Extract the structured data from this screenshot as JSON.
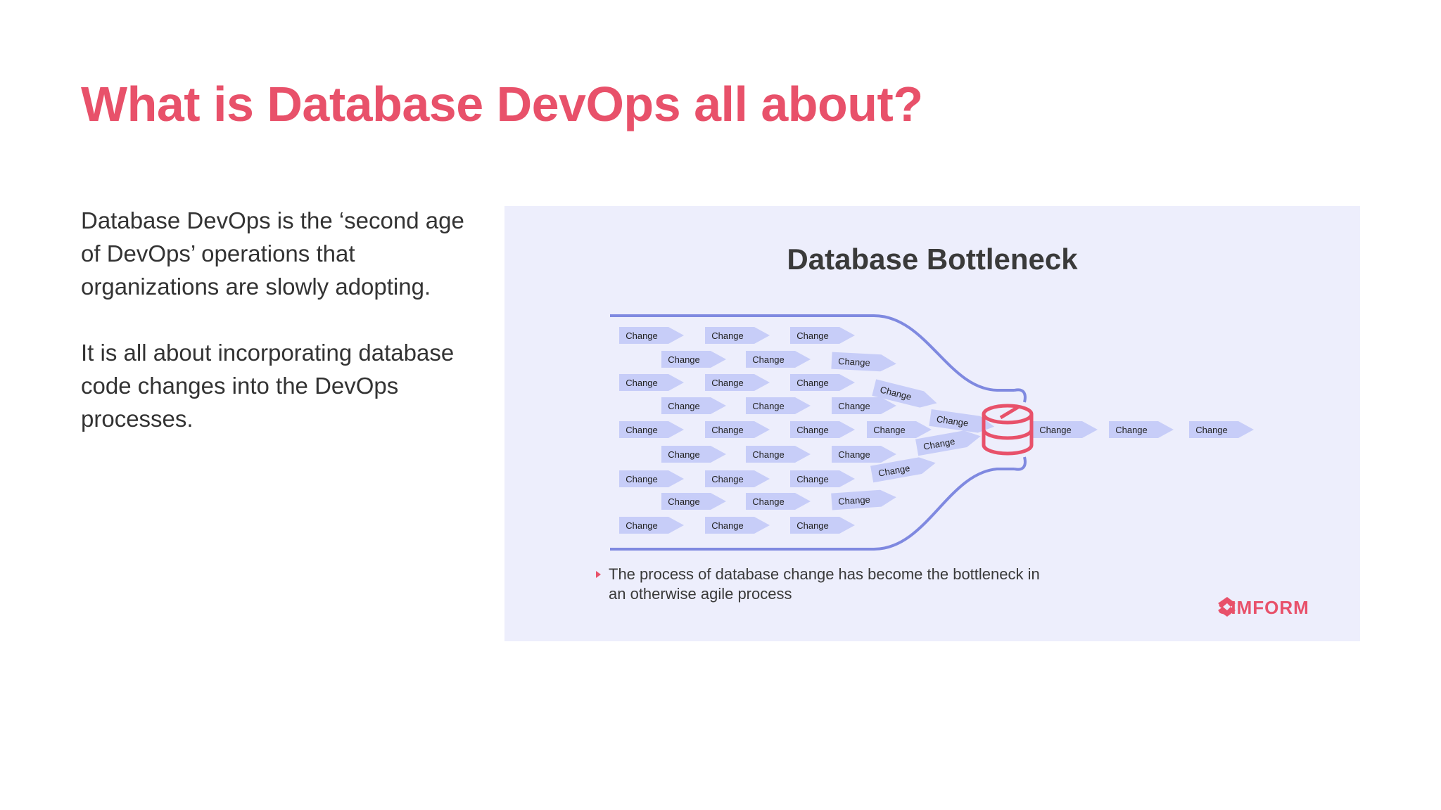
{
  "title": "What is Database DevOps all about?",
  "body": {
    "paragraph_1": "Database DevOps is the ‘second age of DevOps’ operations that organizations are slowly adopting.",
    "paragraph_2": "It is all about incorporating database code changes into the DevOps processes."
  },
  "diagram": {
    "title": "Database Bottleneck",
    "arrow_label": "Change",
    "caption": "The process of database change has become the bottleneck in an otherwise agile process",
    "brand": "SIMFORM",
    "colors": {
      "accent": "#e8516a",
      "panel_background": "#edeefc",
      "funnel_line": "#7f89e0",
      "arrow_fill": "#c7cdf8",
      "database_icon": "#e8516a"
    },
    "icons": [
      "database-icon",
      "simform-logo-icon",
      "bullet-icon"
    ]
  }
}
